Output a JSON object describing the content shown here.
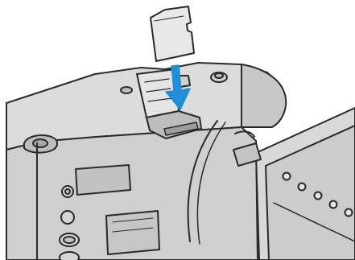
{
  "illustration": {
    "subject": "camcorder-with-sd-card",
    "parts": [
      "sd-card",
      "insert-arrow-icon",
      "card-slot-cover",
      "camera-body",
      "lcd-monitor",
      "control-buttons"
    ],
    "colors": {
      "outline": "#2a2a2a",
      "body": "#d0d0d0",
      "body_dark": "#bdbdbd",
      "body_light": "#e4e4e4",
      "arrow": "#1e8fd6",
      "card": "#e8e8e8",
      "background": "#ffffff"
    }
  }
}
